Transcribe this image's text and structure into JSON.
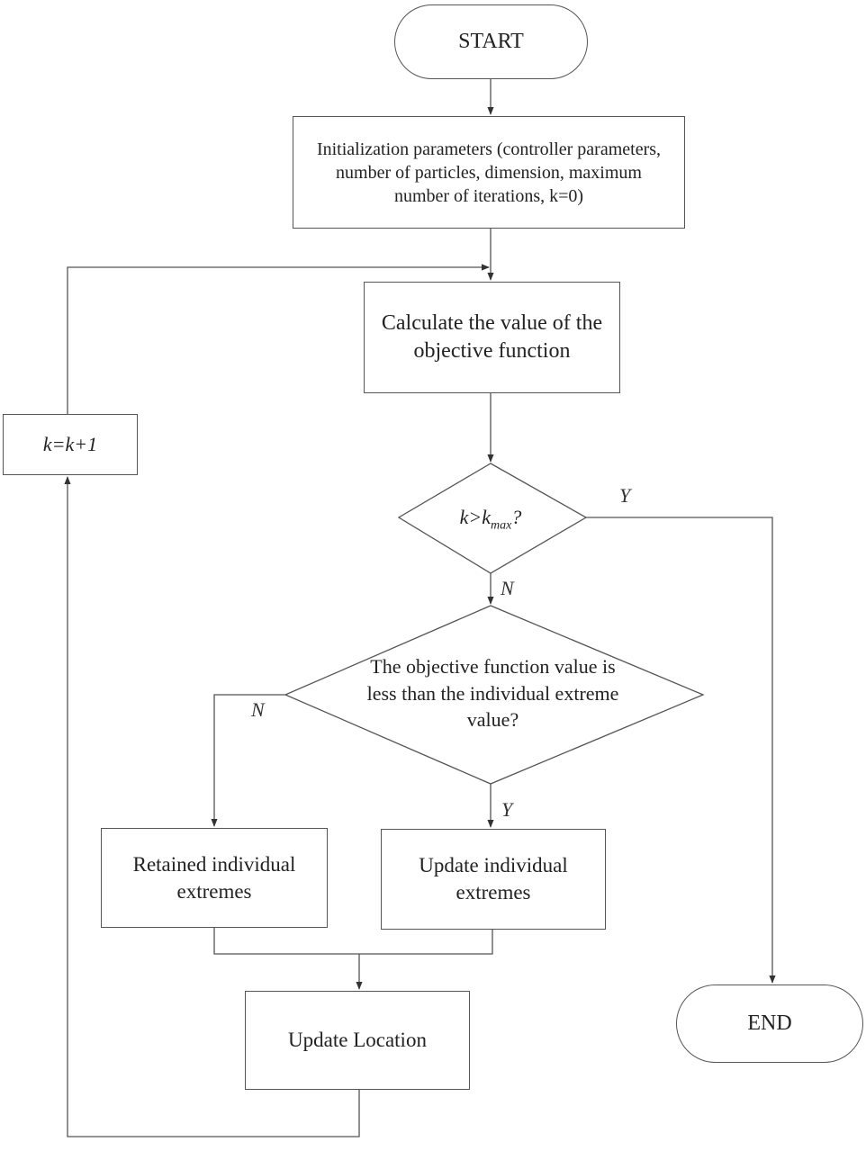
{
  "nodes": {
    "start": "START",
    "init": "Initialization parameters (controller parameters, number of particles, dimension, maximum number of iterations, k=0)",
    "calc": "Calculate the value of the objective function",
    "decision_k": "k>k",
    "decision_k_sub": "max",
    "decision_k_q": "?",
    "decision_obj": "The objective function value is less than the individual extreme value?",
    "retain": "Retained individual extremes",
    "update_ext": "Update individual extremes",
    "update_loc": "Update Location",
    "increment": "k=k+1",
    "end": "END"
  },
  "branch_labels": {
    "k_yes": "Y",
    "k_no": "N",
    "obj_no": "N",
    "obj_yes": "Y"
  }
}
